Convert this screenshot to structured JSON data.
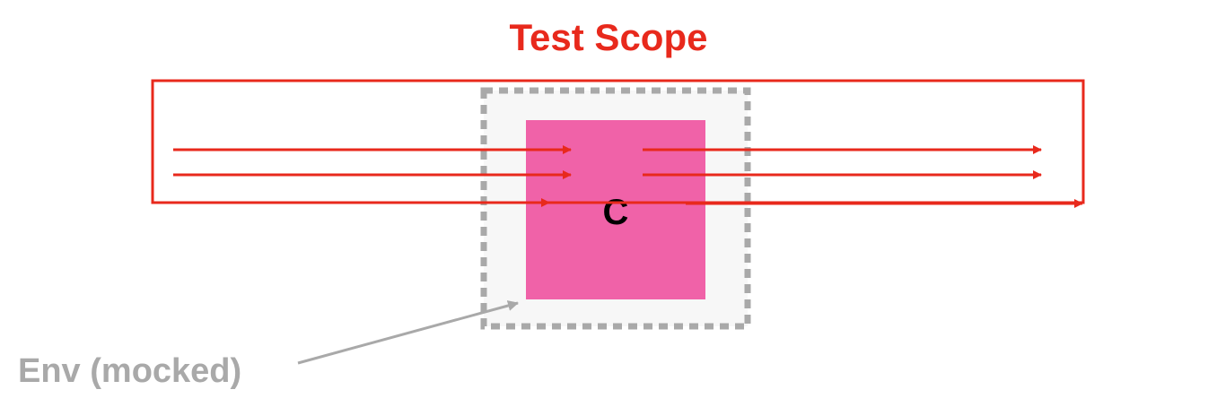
{
  "title": "Test Scope",
  "component_label": "C",
  "environment_label": "Env (mocked)",
  "colors": {
    "scope": "#e8291c",
    "component": "#f062a8",
    "environment_border": "#a9a9a9",
    "environment_fill": "#f7f7f7",
    "environment_label": "#a9a9a9",
    "component_text": "#000000"
  }
}
